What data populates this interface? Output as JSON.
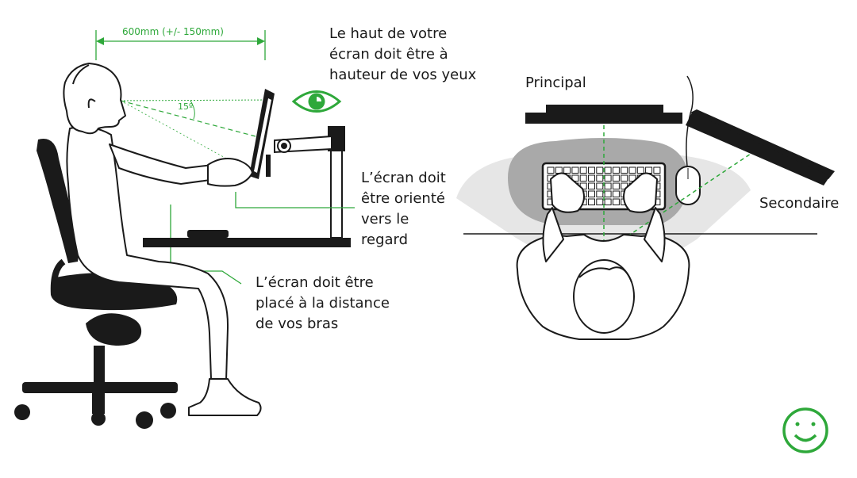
{
  "colors": {
    "accent": "#2ea83a",
    "ink": "#1a1a1a",
    "zone_light": "#e6e6e6",
    "zone_dark": "#a9a9a9"
  },
  "icons": [
    "eye-icon",
    "smiley-icon"
  ],
  "side_view": {
    "distance_label": "600mm (+/- 150mm)",
    "angle_label": "15º",
    "eye_level_note": [
      "Le haut de votre",
      "écran doit être à",
      "hauteur de vos yeux"
    ],
    "orientation_note": [
      "L’écran doit",
      "être orienté",
      "vers le",
      "regard"
    ],
    "arm_distance_note": [
      "L’écran doit être",
      "placé à la distance",
      "de vos bras"
    ]
  },
  "top_view": {
    "primary_label": "Principal",
    "secondary_label": "Secondaire"
  }
}
